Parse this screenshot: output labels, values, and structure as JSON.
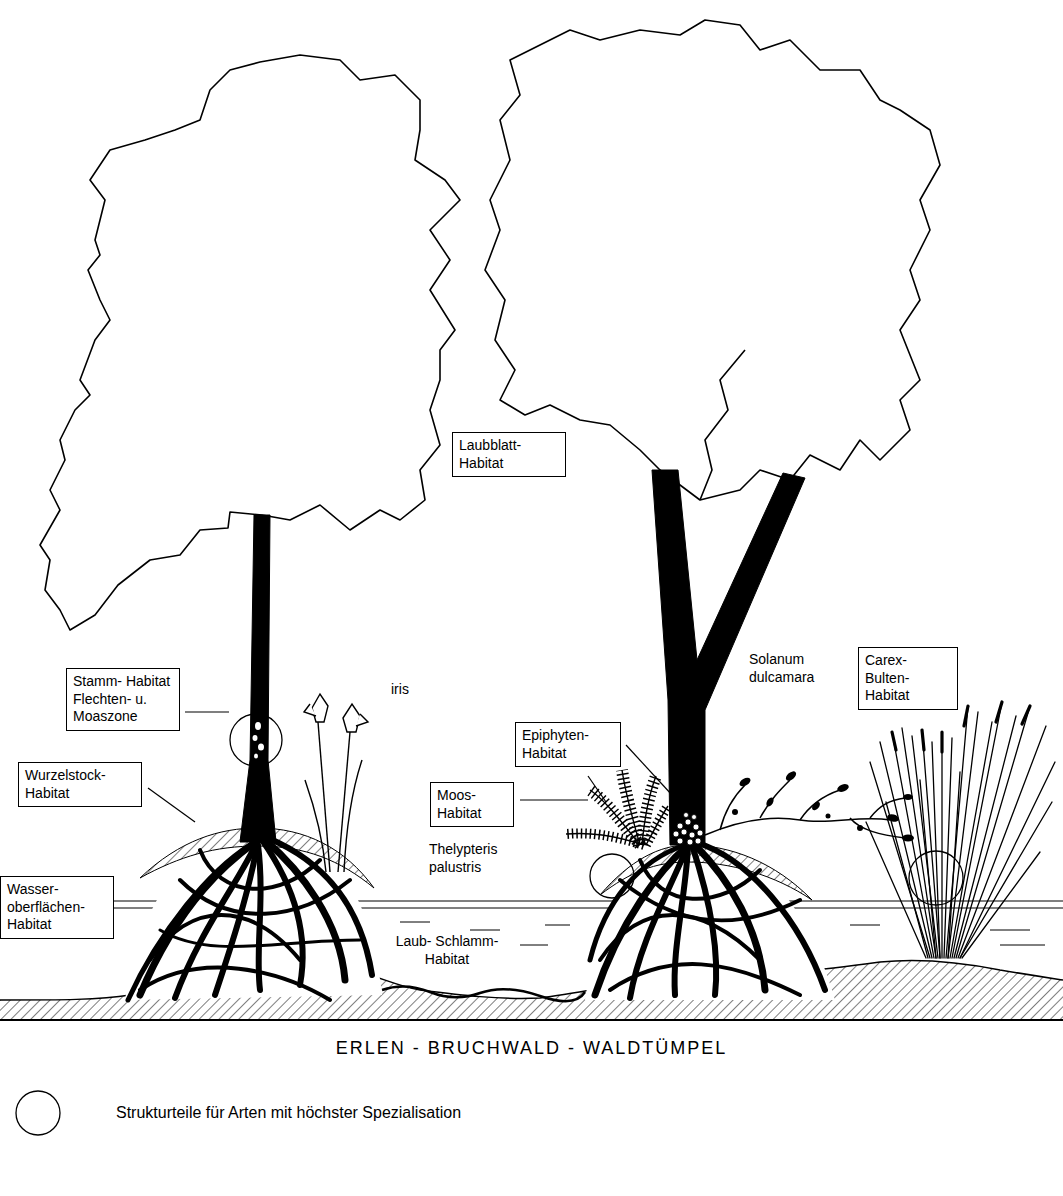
{
  "diagram": {
    "title": "ERLEN - BRUCHWALD - WALDTÜMPEL",
    "nodes": [
      {
        "text": [
          "Laubblatt- Habitat"
        ]
      },
      {
        "text": [
          "Carex- Bulten- Habitat"
        ]
      },
      {
        "text": [
          "Stamm- Habitat",
          "Flechten- u. Moaszone"
        ]
      },
      {
        "text": [
          "Epiphyten- Habitat"
        ]
      },
      {
        "text": [
          "Wurzelstock- Habitat"
        ]
      },
      {
        "text": [
          "Moos- Habitat"
        ]
      },
      {
        "text": [
          "Wasser- oberflächen- Habitat"
        ]
      }
    ],
    "labels": [
      "iris",
      "Solanum dulcamara",
      "Thelypteris palustris",
      "Laub- Schlamm- Habitat"
    ],
    "legend": [
      {
        "text": "Strukturteile für Arten mit höchster Spezialisation"
      }
    ]
  }
}
